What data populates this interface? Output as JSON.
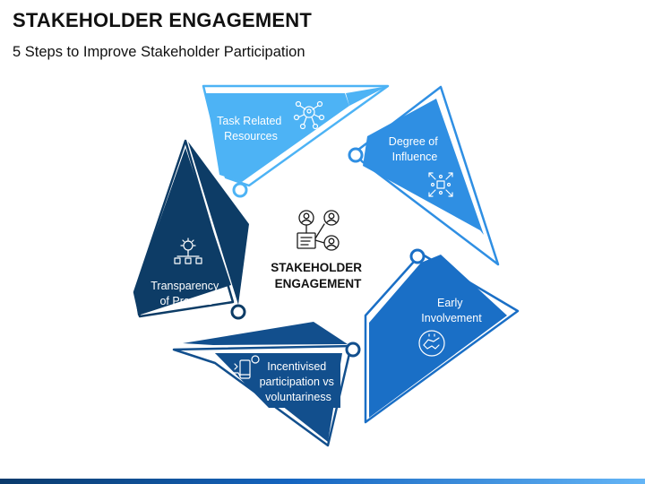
{
  "title": "STAKEHOLDER ENGAGEMENT",
  "subtitle": "5 Steps to Improve Stakeholder Participation",
  "center": {
    "line1": "STAKEHOLDER",
    "line2": "ENGAGEMENT",
    "icon": "stakeholder-network-icon"
  },
  "steps": [
    {
      "line1": "Task Related",
      "line2": "Resources",
      "icon": "resources-network-icon",
      "color": "#4db3f5"
    },
    {
      "line1": "Degree of",
      "line2": "Influence",
      "icon": "influence-puzzle-icon",
      "color": "#2f8fe3"
    },
    {
      "line1": "Early",
      "line2": "Involvement",
      "icon": "handshake-icon",
      "color": "#1a6fc6"
    },
    {
      "line1": "Incentivised",
      "line2": "participation vs",
      "line3": "voluntariness",
      "icon": "incentive-device-icon",
      "color": "#124f8d"
    },
    {
      "line1": "Transparency",
      "line2": "of Process",
      "icon": "process-gear-icon",
      "color": "#0d3c66"
    }
  ]
}
